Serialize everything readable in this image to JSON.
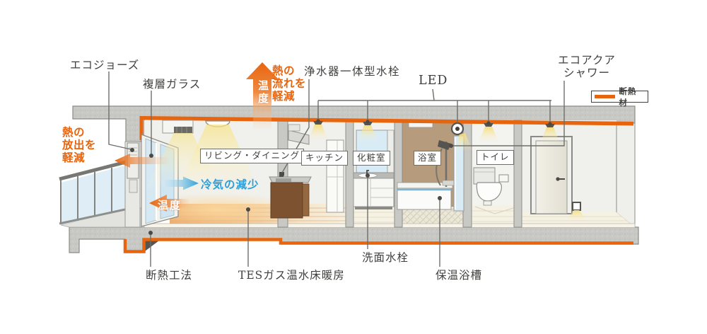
{
  "colors": {
    "insulation_orange": "#e8650f",
    "annotation_blue": "#2e9fd8",
    "concrete_gray": "#c8c8c4",
    "heated_wood_floor": "#efba85",
    "bath_wall_brown": "#b69b7d",
    "light_glow_yellow": "#f7df7e"
  },
  "legend": {
    "insulation": "断熱材"
  },
  "callouts": {
    "eco_jozu": "エコジョーズ",
    "double_glazing": "複層ガラス",
    "purifier_faucet": "浄水器一体型水栓",
    "led": "LED",
    "eco_aqua_shower": "エコアクア\nシャワー",
    "insulation_method": "断熱工法",
    "tes_floor_heating": "TESガス温水床暖房",
    "washbasin_faucet": "洗面水栓",
    "insulated_bathtub": "保温浴槽"
  },
  "annotations": {
    "heat_release_reduction": "熱の\n放出を\n軽減",
    "heat_flow_reduction": "熱の\n流れを\n軽減",
    "temperature_up": "温度",
    "temperature_floor": "温度",
    "cold_air_reduction": "冷気の減少"
  },
  "rooms": [
    {
      "label": "リビング・ダイニング"
    },
    {
      "label": "キッチン"
    },
    {
      "label": "化粧室"
    },
    {
      "label": "浴室"
    },
    {
      "label": "トイレ"
    }
  ]
}
